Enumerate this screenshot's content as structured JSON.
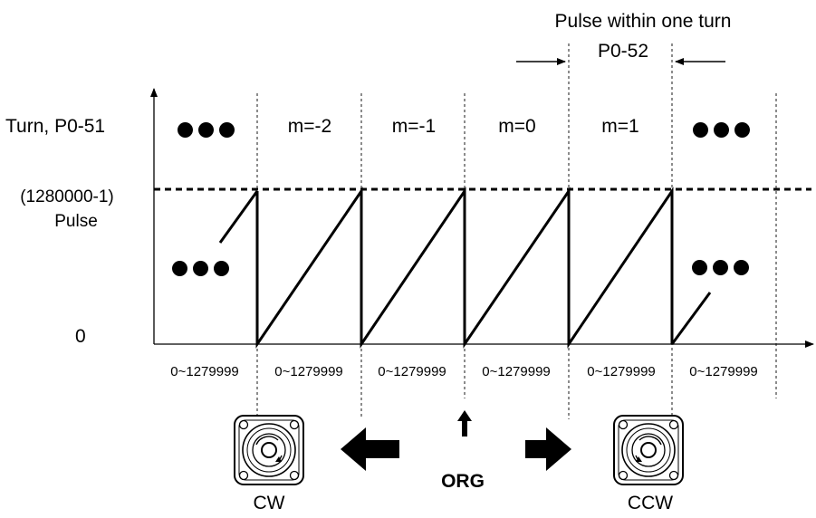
{
  "top_note": {
    "line1": "Pulse within one turn",
    "line2": "P0-52"
  },
  "y_axis": {
    "turn_label": "Turn, P0-51",
    "max_label_line1": "(1280000-1)",
    "max_label_line2": "Pulse",
    "zero_label": "0"
  },
  "turn_labels": [
    "m=-2",
    "m=-1",
    "m=0",
    "m=1"
  ],
  "range_labels": [
    "0~1279999",
    "0~1279999",
    "0~1279999",
    "0~1279999",
    "0~1279999",
    "0~1279999"
  ],
  "origin_label": "ORG",
  "motors": {
    "left_caption": "CW",
    "right_caption": "CCW"
  },
  "icons": {
    "ellipsis": "ellipsis-dots",
    "left_arrow": "arrow-left-icon",
    "right_arrow": "arrow-right-icon",
    "up_arrow": "arrow-up-icon",
    "motor": "servo-motor-icon"
  }
}
